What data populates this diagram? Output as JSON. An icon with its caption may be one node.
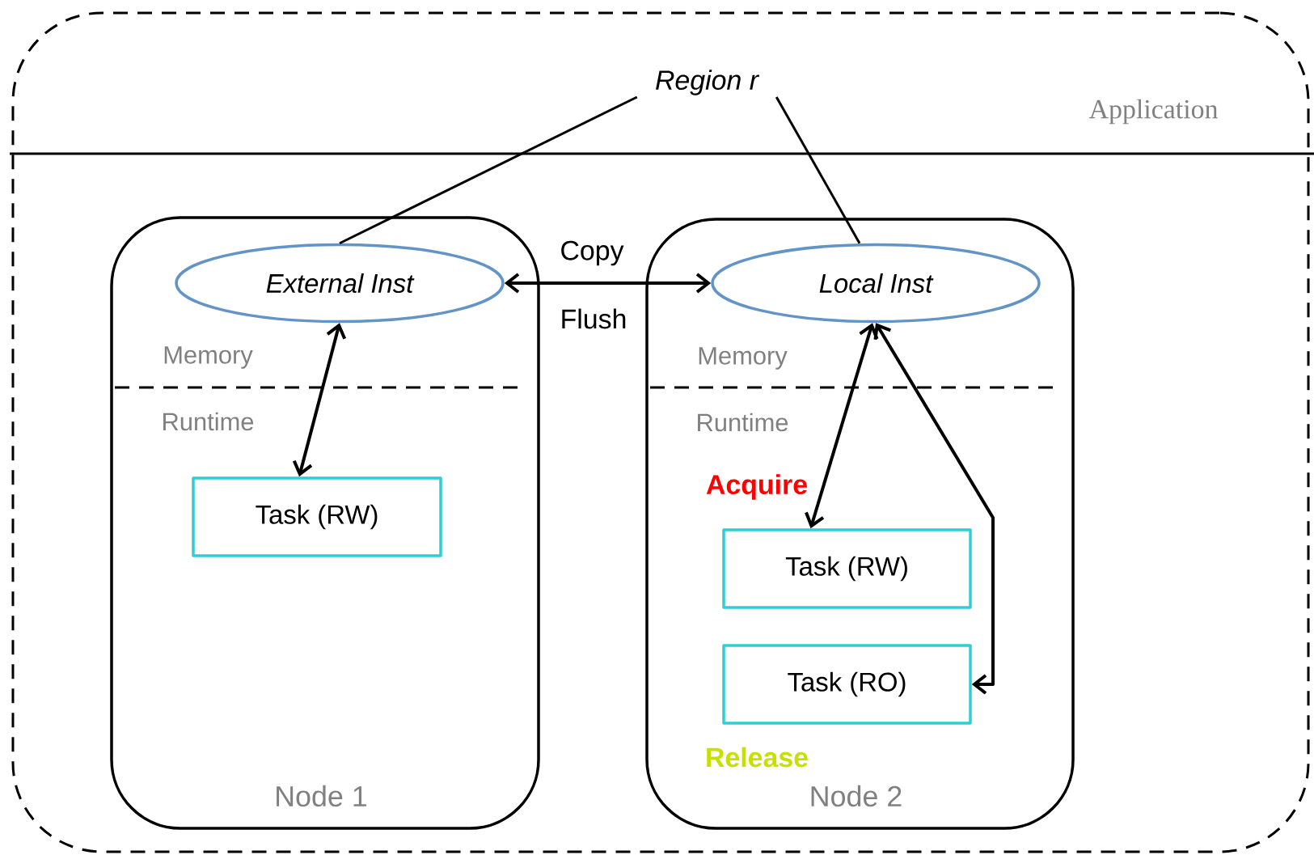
{
  "diagram": {
    "nodes": [
      {
        "text": [
          "Application"
        ]
      },
      {
        "text": [
          "Region r"
        ],
        "in": 0
      },
      {
        "text": [
          "Node 1"
        ],
        "in": 0
      },
      {
        "text": [
          "External Inst"
        ],
        "in": 2
      },
      {
        "text": [
          "Task (RW)"
        ],
        "in": 2
      },
      {
        "text": [
          "Node 2"
        ],
        "in": 0
      },
      {
        "text": [
          "Local Inst"
        ],
        "in": 5
      },
      {
        "text": [
          "Task (RW)"
        ],
        "in": 5
      },
      {
        "text": [
          "Task (RO)"
        ],
        "in": 5
      }
    ],
    "edges": [
      {
        "from": 1,
        "to": 3,
        "arrow": "none"
      },
      {
        "from": 1,
        "to": 6,
        "arrow": "none"
      },
      {
        "from": 3,
        "to": 6,
        "arrow": "both",
        "label": "Copy"
      },
      {
        "from": 3,
        "to": 4,
        "arrow": "both"
      },
      {
        "from": 6,
        "to": 7,
        "arrow": "both"
      },
      {
        "from": 6,
        "to": 8,
        "arrow": "both"
      }
    ],
    "labels": [
      "Flush",
      "Memory",
      "Runtime",
      "Memory",
      "Runtime",
      "Acquire",
      "Release"
    ]
  }
}
